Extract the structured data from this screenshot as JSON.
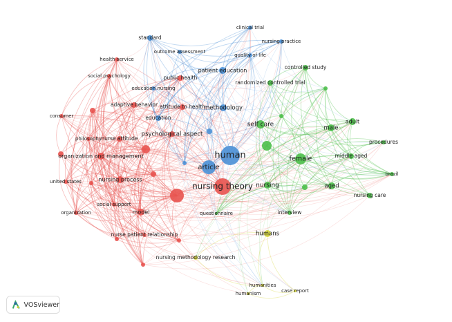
{
  "app": {
    "logo_text": "VOSviewer"
  },
  "clusters": {
    "1": "#e8534f",
    "2": "#4a90d6",
    "3": "#4cbf4a",
    "4": "#d6d63a"
  },
  "nodes": [
    {
      "label": "nursing theory",
      "cluster": 1
    },
    {
      "label": "health service",
      "cluster": 1
    },
    {
      "label": "social psychology",
      "cluster": 1
    },
    {
      "label": "public health",
      "cluster": 1
    },
    {
      "label": "adaptive behavior",
      "cluster": 1
    },
    {
      "label": "attitude to health",
      "cluster": 1
    },
    {
      "label": "consumer",
      "cluster": 1
    },
    {
      "label": "",
      "cluster": 1
    },
    {
      "label": "philosophy",
      "cluster": 1
    },
    {
      "label": "nurse attitude",
      "cluster": 1
    },
    {
      "label": "psychological aspect",
      "cluster": 1
    },
    {
      "label": "",
      "cluster": 1
    },
    {
      "label": "organization and management",
      "cluster": 1
    },
    {
      "label": "",
      "cluster": 1
    },
    {
      "label": "nursing process",
      "cluster": 1
    },
    {
      "label": "",
      "cluster": 1
    },
    {
      "label": "united states",
      "cluster": 1
    },
    {
      "label": "",
      "cluster": 1
    },
    {
      "label": "",
      "cluster": 1
    },
    {
      "label": "social support",
      "cluster": 1
    },
    {
      "label": "organization",
      "cluster": 1
    },
    {
      "label": "model",
      "cluster": 1
    },
    {
      "label": "nurse patient relationship",
      "cluster": 1
    },
    {
      "label": "",
      "cluster": 1
    },
    {
      "label": "",
      "cluster": 1
    },
    {
      "label": "",
      "cluster": 1
    },
    {
      "label": "human",
      "cluster": 2
    },
    {
      "label": "article",
      "cluster": 2
    },
    {
      "label": "standard",
      "cluster": 2
    },
    {
      "label": "outcome assessment",
      "cluster": 2
    },
    {
      "label": "clinical trial",
      "cluster": 2
    },
    {
      "label": "nursing practice",
      "cluster": 2
    },
    {
      "label": "quality of life",
      "cluster": 2
    },
    {
      "label": "patient education",
      "cluster": 2
    },
    {
      "label": "education nursing",
      "cluster": 2
    },
    {
      "label": "methodology",
      "cluster": 2
    },
    {
      "label": "education",
      "cluster": 2
    },
    {
      "label": "",
      "cluster": 2
    },
    {
      "label": "",
      "cluster": 2
    },
    {
      "label": "controlled study",
      "cluster": 3
    },
    {
      "label": "randomized controlled trial",
      "cluster": 3
    },
    {
      "label": "",
      "cluster": 3
    },
    {
      "label": "",
      "cluster": 3
    },
    {
      "label": "self care",
      "cluster": 3
    },
    {
      "label": "male",
      "cluster": 3
    },
    {
      "label": "adult",
      "cluster": 3
    },
    {
      "label": "",
      "cluster": 3
    },
    {
      "label": "procedures",
      "cluster": 3
    },
    {
      "label": "female",
      "cluster": 3
    },
    {
      "label": "middle aged",
      "cluster": 3
    },
    {
      "label": "brazil",
      "cluster": 3
    },
    {
      "label": "nursing",
      "cluster": 3
    },
    {
      "label": "",
      "cluster": 3
    },
    {
      "label": "aged",
      "cluster": 3
    },
    {
      "label": "nursing care",
      "cluster": 3
    },
    {
      "label": "questionnaire",
      "cluster": 3
    },
    {
      "label": "interview",
      "cluster": 3
    },
    {
      "label": "humans",
      "cluster": 4
    },
    {
      "label": "nursing methodology research",
      "cluster": 4
    },
    {
      "label": "humanities",
      "cluster": 4
    },
    {
      "label": "humanism",
      "cluster": 4
    },
    {
      "label": "case report",
      "cluster": 4
    }
  ]
}
